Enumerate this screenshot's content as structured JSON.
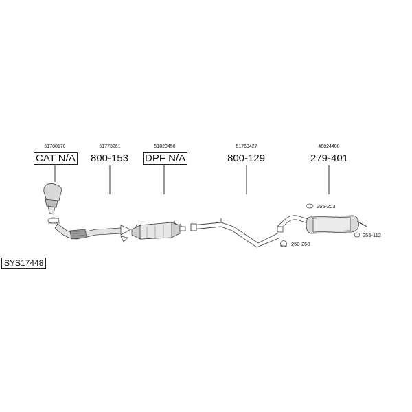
{
  "system_id": "SYS17448",
  "columns": [
    {
      "oem": "51780170",
      "part": "CAT N/A",
      "boxed": true
    },
    {
      "oem": "51773261",
      "part": "800-153",
      "boxed": false
    },
    {
      "oem": "51820450",
      "part": "DPF N/A",
      "boxed": true
    },
    {
      "oem": "51769427",
      "part": "800-129",
      "boxed": false
    },
    {
      "oem": "46824408",
      "part": "279-401",
      "boxed": false
    }
  ],
  "fittings": [
    {
      "label": "255-203"
    },
    {
      "label": "250-258"
    },
    {
      "label": "255-112"
    }
  ]
}
